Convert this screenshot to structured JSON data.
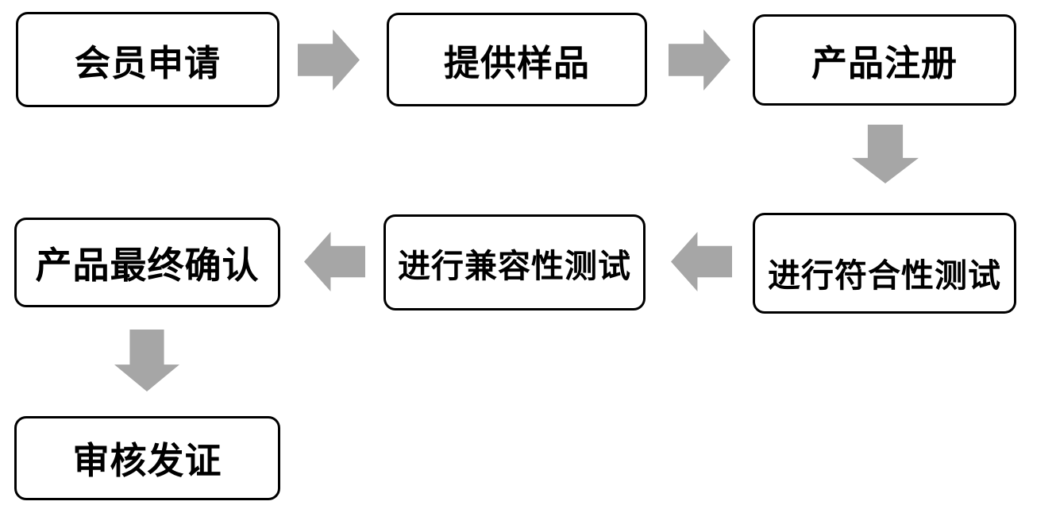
{
  "diagram": {
    "type": "flowchart",
    "background_color": "#ffffff",
    "node_border_color": "#000000",
    "node_fill_color": "#ffffff",
    "node_text_color": "#000000",
    "arrow_color": "#a6a6a6",
    "nodes": [
      {
        "id": "member-application",
        "label": "会员申请"
      },
      {
        "id": "provide-samples",
        "label": "提供样品"
      },
      {
        "id": "product-registration",
        "label": "产品注册"
      },
      {
        "id": "conformity-testing",
        "label": "进行符合性测试"
      },
      {
        "id": "compatibility-testing",
        "label": "进行兼容性测试"
      },
      {
        "id": "final-confirmation",
        "label": "产品最终确认"
      },
      {
        "id": "review-certification",
        "label": "审核发证"
      }
    ],
    "arrows": [
      {
        "from": "会员申请",
        "to": "提供样品",
        "direction": "right"
      },
      {
        "from": "提供样品",
        "to": "产品注册",
        "direction": "right"
      },
      {
        "from": "产品注册",
        "to": "进行符合性测试",
        "direction": "down"
      },
      {
        "from": "进行符合性测试",
        "to": "进行兼容性测试",
        "direction": "left"
      },
      {
        "from": "进行兼容性测试",
        "to": "产品最终确认",
        "direction": "left"
      },
      {
        "from": "产品最终确认",
        "to": "审核发证",
        "direction": "down"
      }
    ]
  }
}
